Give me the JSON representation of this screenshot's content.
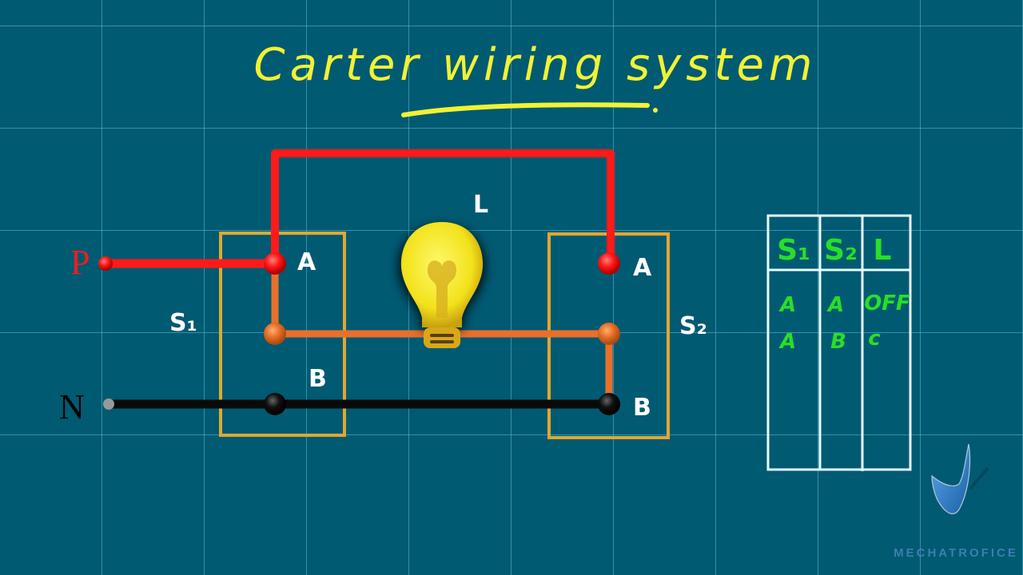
{
  "title": "Carter wiring system",
  "supply": {
    "phase_label": "P",
    "neutral_label": "N"
  },
  "lamp": {
    "label": "L",
    "icon": "light-bulb-icon"
  },
  "switch1": {
    "label": "S₁",
    "terminal_a": "A",
    "terminal_b": "B"
  },
  "switch2": {
    "label": "S₂",
    "terminal_a": "A",
    "terminal_b": "B"
  },
  "truth_table": {
    "headers": [
      "S₁",
      "S₂",
      "L"
    ],
    "rows": [
      [
        "A",
        "A",
        "OFF"
      ],
      [
        "A",
        "B",
        "c"
      ]
    ]
  },
  "watermark": {
    "brand": "MECHATROFICE",
    "icon": "checkmark-logo-icon"
  },
  "colors": {
    "background": "#005a72",
    "phase_wire": "#ff1a1a",
    "switch_wire": "#e8702a",
    "neutral_wire": "#0a0a0a",
    "switch_box": "#e0a830",
    "title_text": "#f2f234",
    "table_text": "#26e026"
  }
}
